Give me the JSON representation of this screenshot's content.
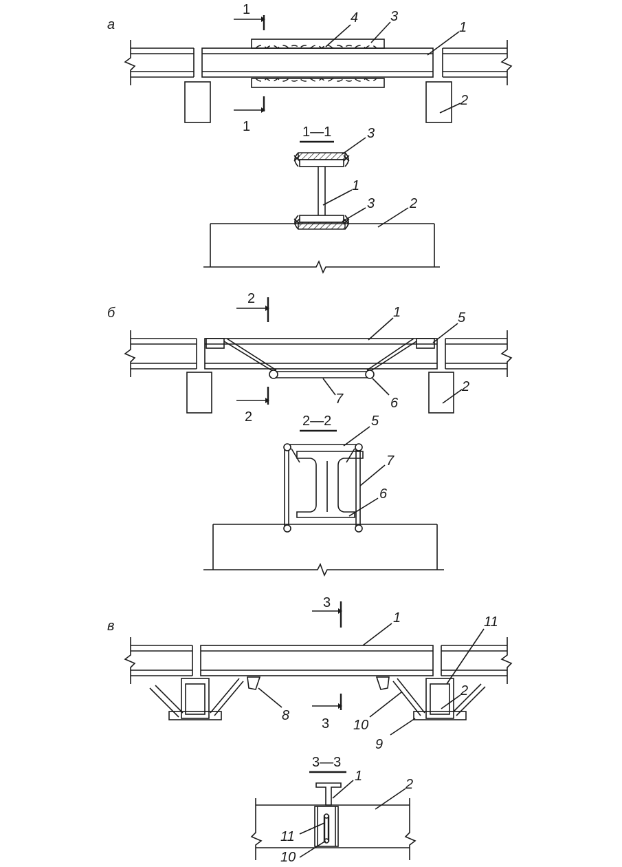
{
  "panels": {
    "a": {
      "letter": "а",
      "section_mark": "1",
      "section_title": "1—1",
      "callouts": [
        "1",
        "2",
        "3",
        "4"
      ]
    },
    "b": {
      "letter": "б",
      "section_mark": "2",
      "section_title": "2—2",
      "callouts": [
        "1",
        "2",
        "5",
        "6",
        "7"
      ]
    },
    "v": {
      "letter": "в",
      "section_mark": "3",
      "section_title": "3—3",
      "callouts": [
        "1",
        "2",
        "8",
        "9",
        "10",
        "11"
      ]
    }
  }
}
